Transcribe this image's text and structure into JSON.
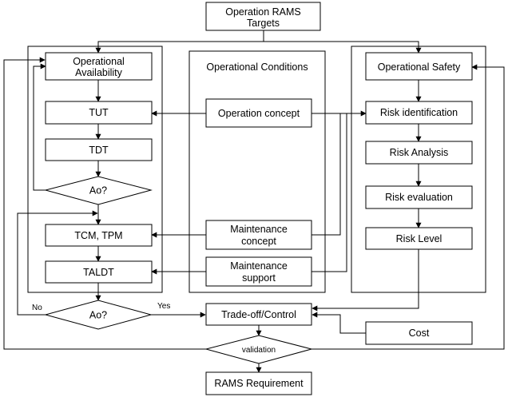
{
  "nodes": {
    "rams_targets": [
      "Operation RAMS",
      "Targets"
    ],
    "operational_availability": [
      "Operational",
      "Availability"
    ],
    "tut": "TUT",
    "tdt": "TDT",
    "ao_check_1": "Ao?",
    "tcm_tpm": "TCM, TPM",
    "taldt": "TALDT",
    "ao_check_2": "Ao?",
    "operational_conditions": "Operational Conditions",
    "operation_concept": "Operation concept",
    "maintenance_concept": [
      "Maintenance",
      "concept"
    ],
    "maintenance_support": [
      "Maintenance",
      "support"
    ],
    "operational_safety": "Operational Safety",
    "risk_identification": "Risk identification",
    "risk_analysis": "Risk Analysis",
    "risk_evaluation": "Risk evaluation",
    "risk_level": "Risk Level",
    "trade_off": "Trade-off/Control",
    "cost": "Cost",
    "validation": "validation",
    "rams_requirement": "RAMS Requirement"
  },
  "edge_labels": {
    "no": "No",
    "yes": "Yes"
  }
}
